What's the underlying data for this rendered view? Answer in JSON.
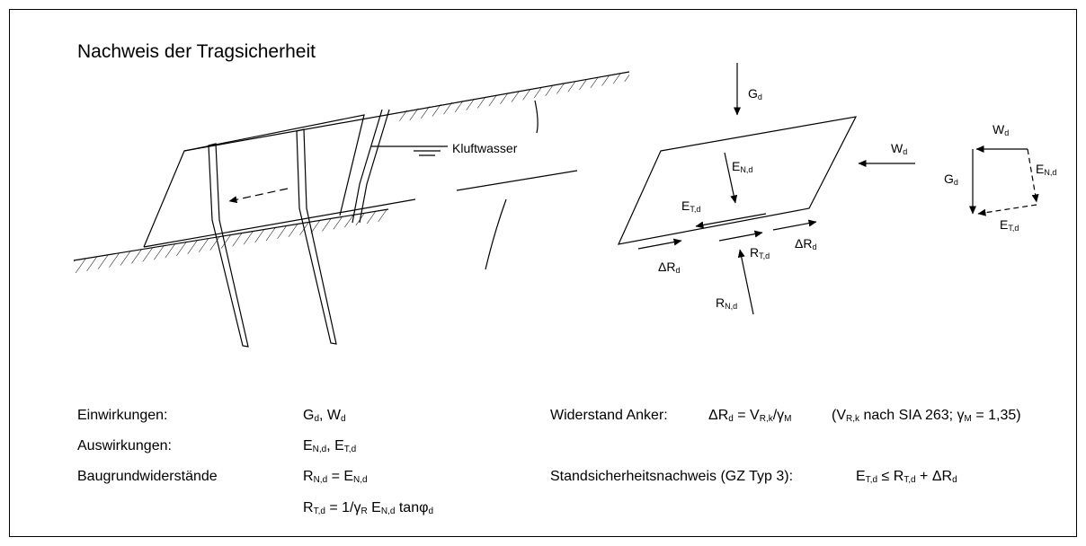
{
  "title": "Nachweis der Tragsicherheit",
  "section_labels": {
    "einwirkungen": "Einwirkungen:",
    "auswirkungen": "Auswirkungen:",
    "baugrund": "Baugrundwiderstände",
    "widerstand_anker": "Widerstand Anker:",
    "standsicherheit": "Standsicherheitsnachweis (GZ Typ 3):"
  },
  "slope_labels": {
    "kluftwasser": "Kluftwasser"
  },
  "force_labels": {
    "G": {
      "main": "G",
      "sub": "d"
    },
    "W": {
      "main": "W",
      "sub": "d"
    },
    "EN": {
      "main": "E",
      "sub": "N,d"
    },
    "ET": {
      "main": "E",
      "sub": "T,d"
    },
    "RT": {
      "main": "R",
      "sub": "T,d"
    },
    "RN": {
      "main": "R",
      "sub": "N,d"
    },
    "dR": {
      "main": "ΔR",
      "sub": "d"
    }
  },
  "formulas": {
    "einwirkungen": {
      "p1": "G",
      "s1": "d",
      "p2": ", W",
      "s2": "d"
    },
    "auswirkungen": {
      "p1": "E",
      "s1": "N,d",
      "p2": ", E",
      "s2": "T,d"
    },
    "baugrund_1": {
      "p1": "R",
      "s1": "N,d",
      "p2": " = E",
      "s2": "N,d"
    },
    "baugrund_2": {
      "p1": "R",
      "s1": "T,d",
      "p2": " = 1/γ",
      "s2": "R",
      "p3": " E",
      "s3": "N,d",
      "p4": " tanφ",
      "s4": "d"
    },
    "anker": {
      "p1": "ΔR",
      "s1": "d",
      "p2": " = V",
      "s2": "R,k",
      "p3": "/γ",
      "s3": "M"
    },
    "anker_note": {
      "p1": "(V",
      "s1": "R,k",
      "p2": " nach SIA 263; γ",
      "s2": "M",
      "p3": " = 1,35)"
    },
    "standsicherheit": {
      "p1": "E",
      "s1": "T,d",
      "p2": " ≤ R",
      "s2": "T,d",
      "p3": " + ΔR",
      "s3": "d"
    }
  }
}
